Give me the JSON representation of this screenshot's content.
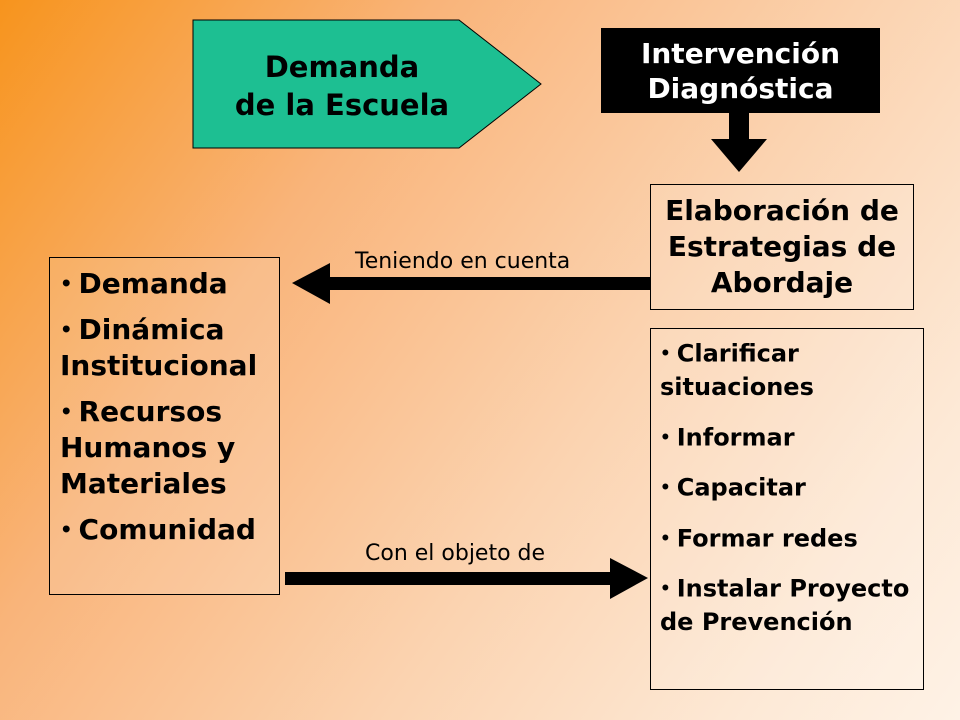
{
  "colors": {
    "pentagon_fill": "#1dbf92",
    "header_fill": "#000000",
    "arrow": "#000000"
  },
  "demanda_escuela": {
    "line1": "Demanda",
    "line2": "de la Escuela"
  },
  "intervencion": {
    "line1": "Intervención",
    "line2": "Diagnóstica"
  },
  "elaboracion": {
    "line1": "Elaboración de",
    "line2": "Estrategias de",
    "line3": "Abordaje"
  },
  "arrow_teniendo": {
    "label": "Teniendo en cuenta"
  },
  "arrow_objeto": {
    "label": "Con el objeto de"
  },
  "left_list": {
    "bullet": "•",
    "items": [
      "Demanda",
      "Dinámica Institucional",
      "Recursos Humanos y Materiales",
      "Comunidad"
    ]
  },
  "right_list": {
    "bullet": "•",
    "items": [
      "Clarificar situaciones",
      "Informar",
      "Capacitar",
      "Formar redes",
      "Instalar Proyecto de Prevención"
    ]
  }
}
